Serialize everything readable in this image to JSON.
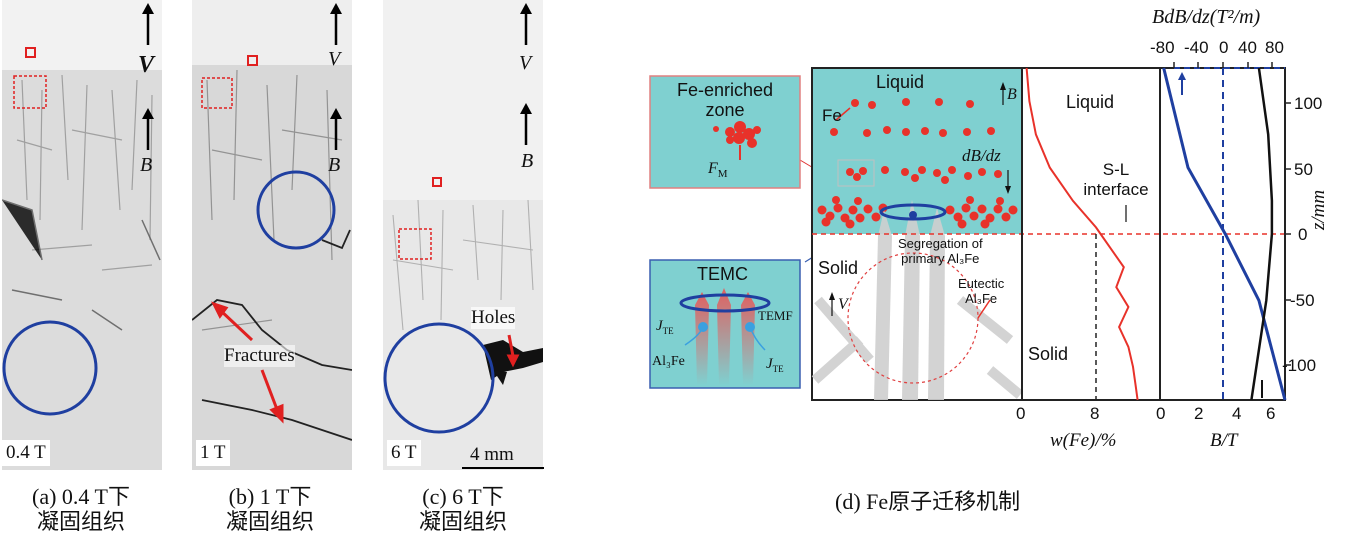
{
  "panels": [
    {
      "id": "a",
      "field": "0.4 T",
      "caption_line1": "(a) 0.4 T下",
      "caption_line2": "凝固组织",
      "v_label": "V",
      "b_label": "B"
    },
    {
      "id": "b",
      "field": "1 T",
      "caption_line1": "(b) 1 T下",
      "caption_line2": "凝固组织",
      "v_label": "V",
      "b_label": "B",
      "annotation": "Fractures"
    },
    {
      "id": "c",
      "field": "6 T",
      "caption_line1": "(c) 6 T下",
      "caption_line2": "凝固组织",
      "v_label": "V",
      "b_label": "B",
      "annotation": "Holes",
      "scale_bar": "4 mm"
    }
  ],
  "mechanism": {
    "caption": "(d) Fe原子迁移机制",
    "inset_fe": {
      "line1": "Fe-enriched",
      "line2": "zone",
      "force": "F",
      "force_sub": "M"
    },
    "inset_temc": {
      "title": "TEMC",
      "j_te": "J",
      "j_sub": "TE",
      "temf": "TEMF",
      "al3fe": "Al₃Fe",
      "j_te2": "J",
      "j_sub2": "TE"
    },
    "main": {
      "liquid": "Liquid",
      "fe": "Fe",
      "b_arrow": "B",
      "dbdz": "dB/dz",
      "solid": "Solid",
      "v_arrow": "V",
      "segregation_1": "Segregation of",
      "segregation_2": "primary Al₃Fe",
      "eutectic_1": "Eutectic",
      "eutectic_2": "Al₃Fe"
    },
    "fe_panel": {
      "liquid": "Liquid",
      "interface_1": "S-L",
      "interface_2": "interface",
      "solid": "Solid",
      "xlabel": "w(Fe)/%",
      "xticks": [
        "0",
        "8"
      ]
    },
    "b_panel": {
      "top_label": "BdB/dz(T²/m)",
      "top_ticks": [
        "-80",
        "-40",
        "0",
        "40",
        "80"
      ],
      "xlabel": "B/T",
      "xticks": [
        "0",
        "2",
        "4",
        "6"
      ],
      "zlabel": "z/mm",
      "zticks": [
        "100",
        "50",
        "0",
        "-50",
        "-100"
      ]
    }
  },
  "colors": {
    "teal": "#7fd0d0",
    "red": "#e8322a",
    "blue": "#2a4aa8",
    "black": "#111111"
  },
  "chart_data": {
    "type": "line",
    "fe_profile": {
      "x_label": "w(Fe)/%",
      "y_label": "z/mm",
      "ylim": [
        -125,
        125
      ],
      "z": [
        125,
        100,
        75,
        50,
        25,
        5,
        0,
        -10,
        -25,
        -40,
        -55,
        -70,
        -85,
        -100,
        -115,
        -125
      ],
      "w": [
        0.5,
        0.8,
        1.5,
        3,
        5.5,
        8,
        8.5,
        9.5,
        11,
        10.2,
        11.5,
        10.5,
        11.5,
        12,
        12.3,
        12.5
      ]
    },
    "b_field": {
      "x_label": "B/T",
      "ylim": [
        -125,
        125
      ],
      "xlim": [
        0,
        6.7
      ],
      "series": [
        {
          "z": [
            125,
            50,
            0,
            -50,
            -125
          ],
          "values": [
            0.2,
            1.5,
            3.5,
            5.3,
            6.7
          ]
        },
        {
          "z": [
            125,
            75,
            25,
            0,
            -50,
            -125
          ],
          "values": [
            5.3,
            5.8,
            6,
            6,
            5.7,
            4.9
          ]
        },
        {
          "z": [
            125,
            -125
          ],
          "values": [
            3.4,
            3.4
          ]
        }
      ]
    }
  }
}
